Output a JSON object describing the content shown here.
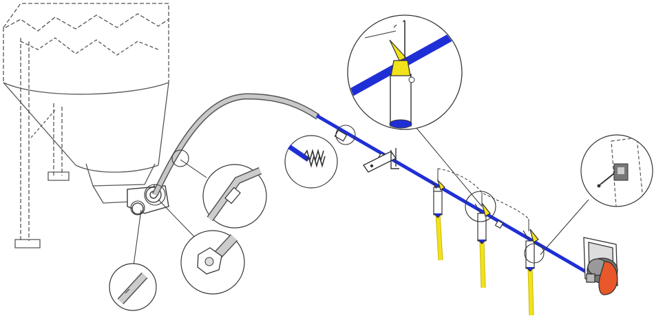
{
  "diagram": {
    "kind": "isometric line drawing of a silo feed-line system",
    "colors": {
      "outline": "#444444",
      "sketch": "#666666",
      "feed_tube": "#1f2fd6",
      "drop_tube": "#f2e21c",
      "motor": "#e8582a",
      "flex_tube": "#b5b5b5",
      "background": "#ffffff"
    },
    "components": [
      "silo",
      "flexible-auger-tube",
      "boot-hopper",
      "feed-line-tube",
      "drop-tube",
      "slide-shutoff",
      "suspension-bracket",
      "control-unit",
      "drive-motor"
    ],
    "detail_callouts": [
      "tube-coupling-detail",
      "boot-outlet-detail",
      "boot-seal-detail",
      "auger-spring-detail",
      "shutoff-detail",
      "control-switch-detail"
    ]
  }
}
